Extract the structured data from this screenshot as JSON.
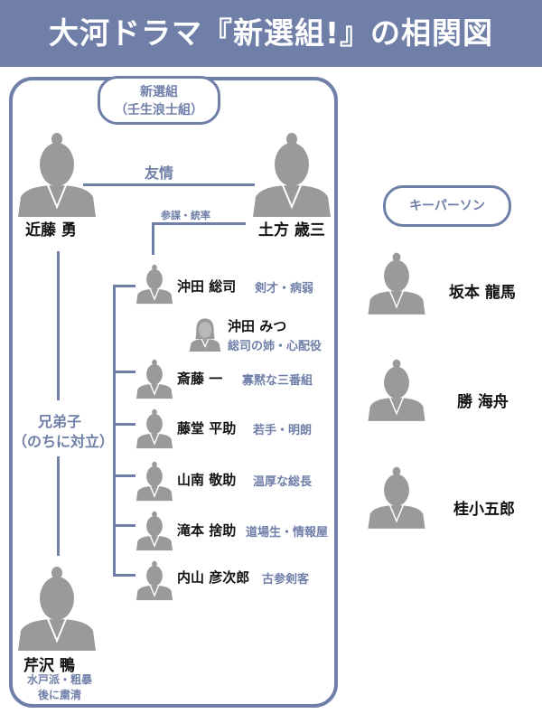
{
  "title": "大河ドラマ『新選組!』の相関図",
  "group": {
    "name": "新選組",
    "sub": "（壬生浪士組）"
  },
  "keyperson_label": "キーパーソン",
  "relations": {
    "friendship": "友情",
    "staff": "参謀・統率",
    "brothers_line1": "兄弟子",
    "brothers_line2": "（のちに対立）"
  },
  "leaders": [
    {
      "name": "近藤 勇"
    },
    {
      "name": "土方 歳三"
    }
  ],
  "members": [
    {
      "name": "沖田 総司",
      "desc": "剣才・病弱"
    },
    {
      "name": "沖田 みつ",
      "desc": "総司の姉・心配役"
    },
    {
      "name": "斎藤 一",
      "desc": "寡黙な三番組"
    },
    {
      "name": "藤堂 平助",
      "desc": "若手・明朗"
    },
    {
      "name": "山南 敬助",
      "desc": "温厚な総長"
    },
    {
      "name": "滝本 捨助",
      "desc": "道場生・情報屋"
    },
    {
      "name": "内山 彦次郎",
      "desc": "古参剣客"
    }
  ],
  "serizawa": {
    "name": "芹沢 鴨",
    "desc1": "水戸派・粗暴",
    "desc2": "後に粛清"
  },
  "keypersons": [
    {
      "name": "坂本 龍馬"
    },
    {
      "name": "勝 海舟"
    },
    {
      "name": "桂小五郎"
    }
  ],
  "colors": {
    "accent": "#6f7fa8",
    "silhouette": "#9a9a9a"
  },
  "icons": {
    "samurai": "samurai-silhouette-icon",
    "woman": "woman-silhouette-icon"
  }
}
